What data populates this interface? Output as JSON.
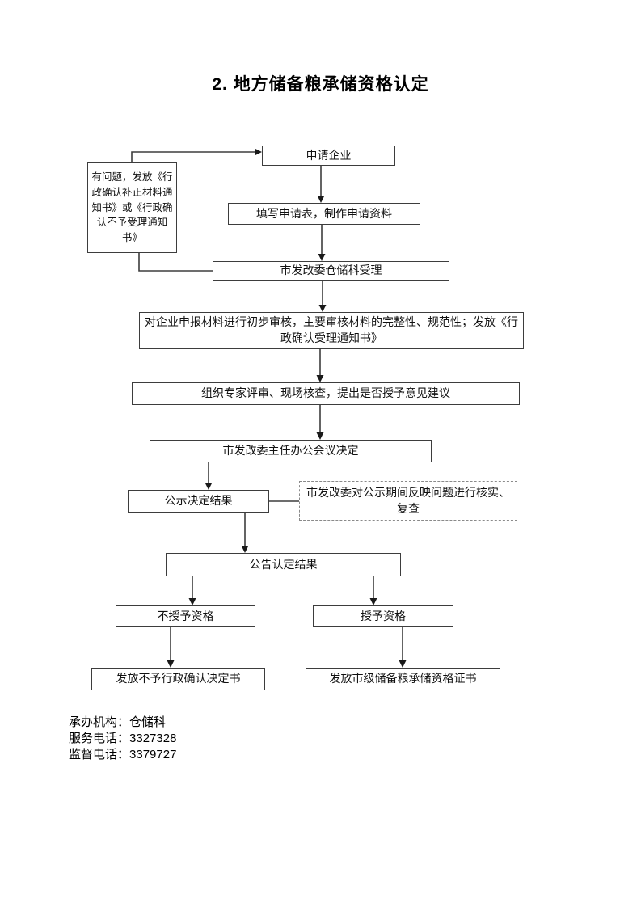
{
  "page": {
    "title": "2. 地方储备粮承储资格认定"
  },
  "flowchart": {
    "nodes": {
      "applicant": "申请企业",
      "fill_form": "填写申请表，制作申请资料",
      "acceptance": "市发改委仓储科受理",
      "preliminary_review": "对企业申报材料进行初步审核，主要审核材料的完整性、规范性；发放《行政确认受理通知书》",
      "expert_review": "组织专家评审、现场核查，提出是否授予意见建议",
      "director_meeting": "市发改委主任办公会议决定",
      "publicize_decision": "公示决定结果",
      "verify_issues": "市发改委对公示期间反映问题进行核实、复查",
      "announce_result": "公告认定结果",
      "not_grant": "不授予资格",
      "grant": "授予资格",
      "issue_rejection": "发放不予行政确认决定书",
      "issue_certificate": "发放市级储备粮承储资格证书",
      "problem_notice": "有问题，发放《行政确认补正材料通知书》或《行政确认不予受理通知书》"
    }
  },
  "footer": {
    "agency_label": "承办机构：",
    "agency_value": "仓储科",
    "service_label": "服务电话：",
    "service_value": "3327328",
    "supervision_label": "监督电话：",
    "supervision_value": "3379727"
  },
  "colors": {
    "line": "#3d3d3d",
    "arrow": "#1a1a1a",
    "dashed_border": "#8a8a8a",
    "background": "#ffffff",
    "text": "#000000"
  }
}
